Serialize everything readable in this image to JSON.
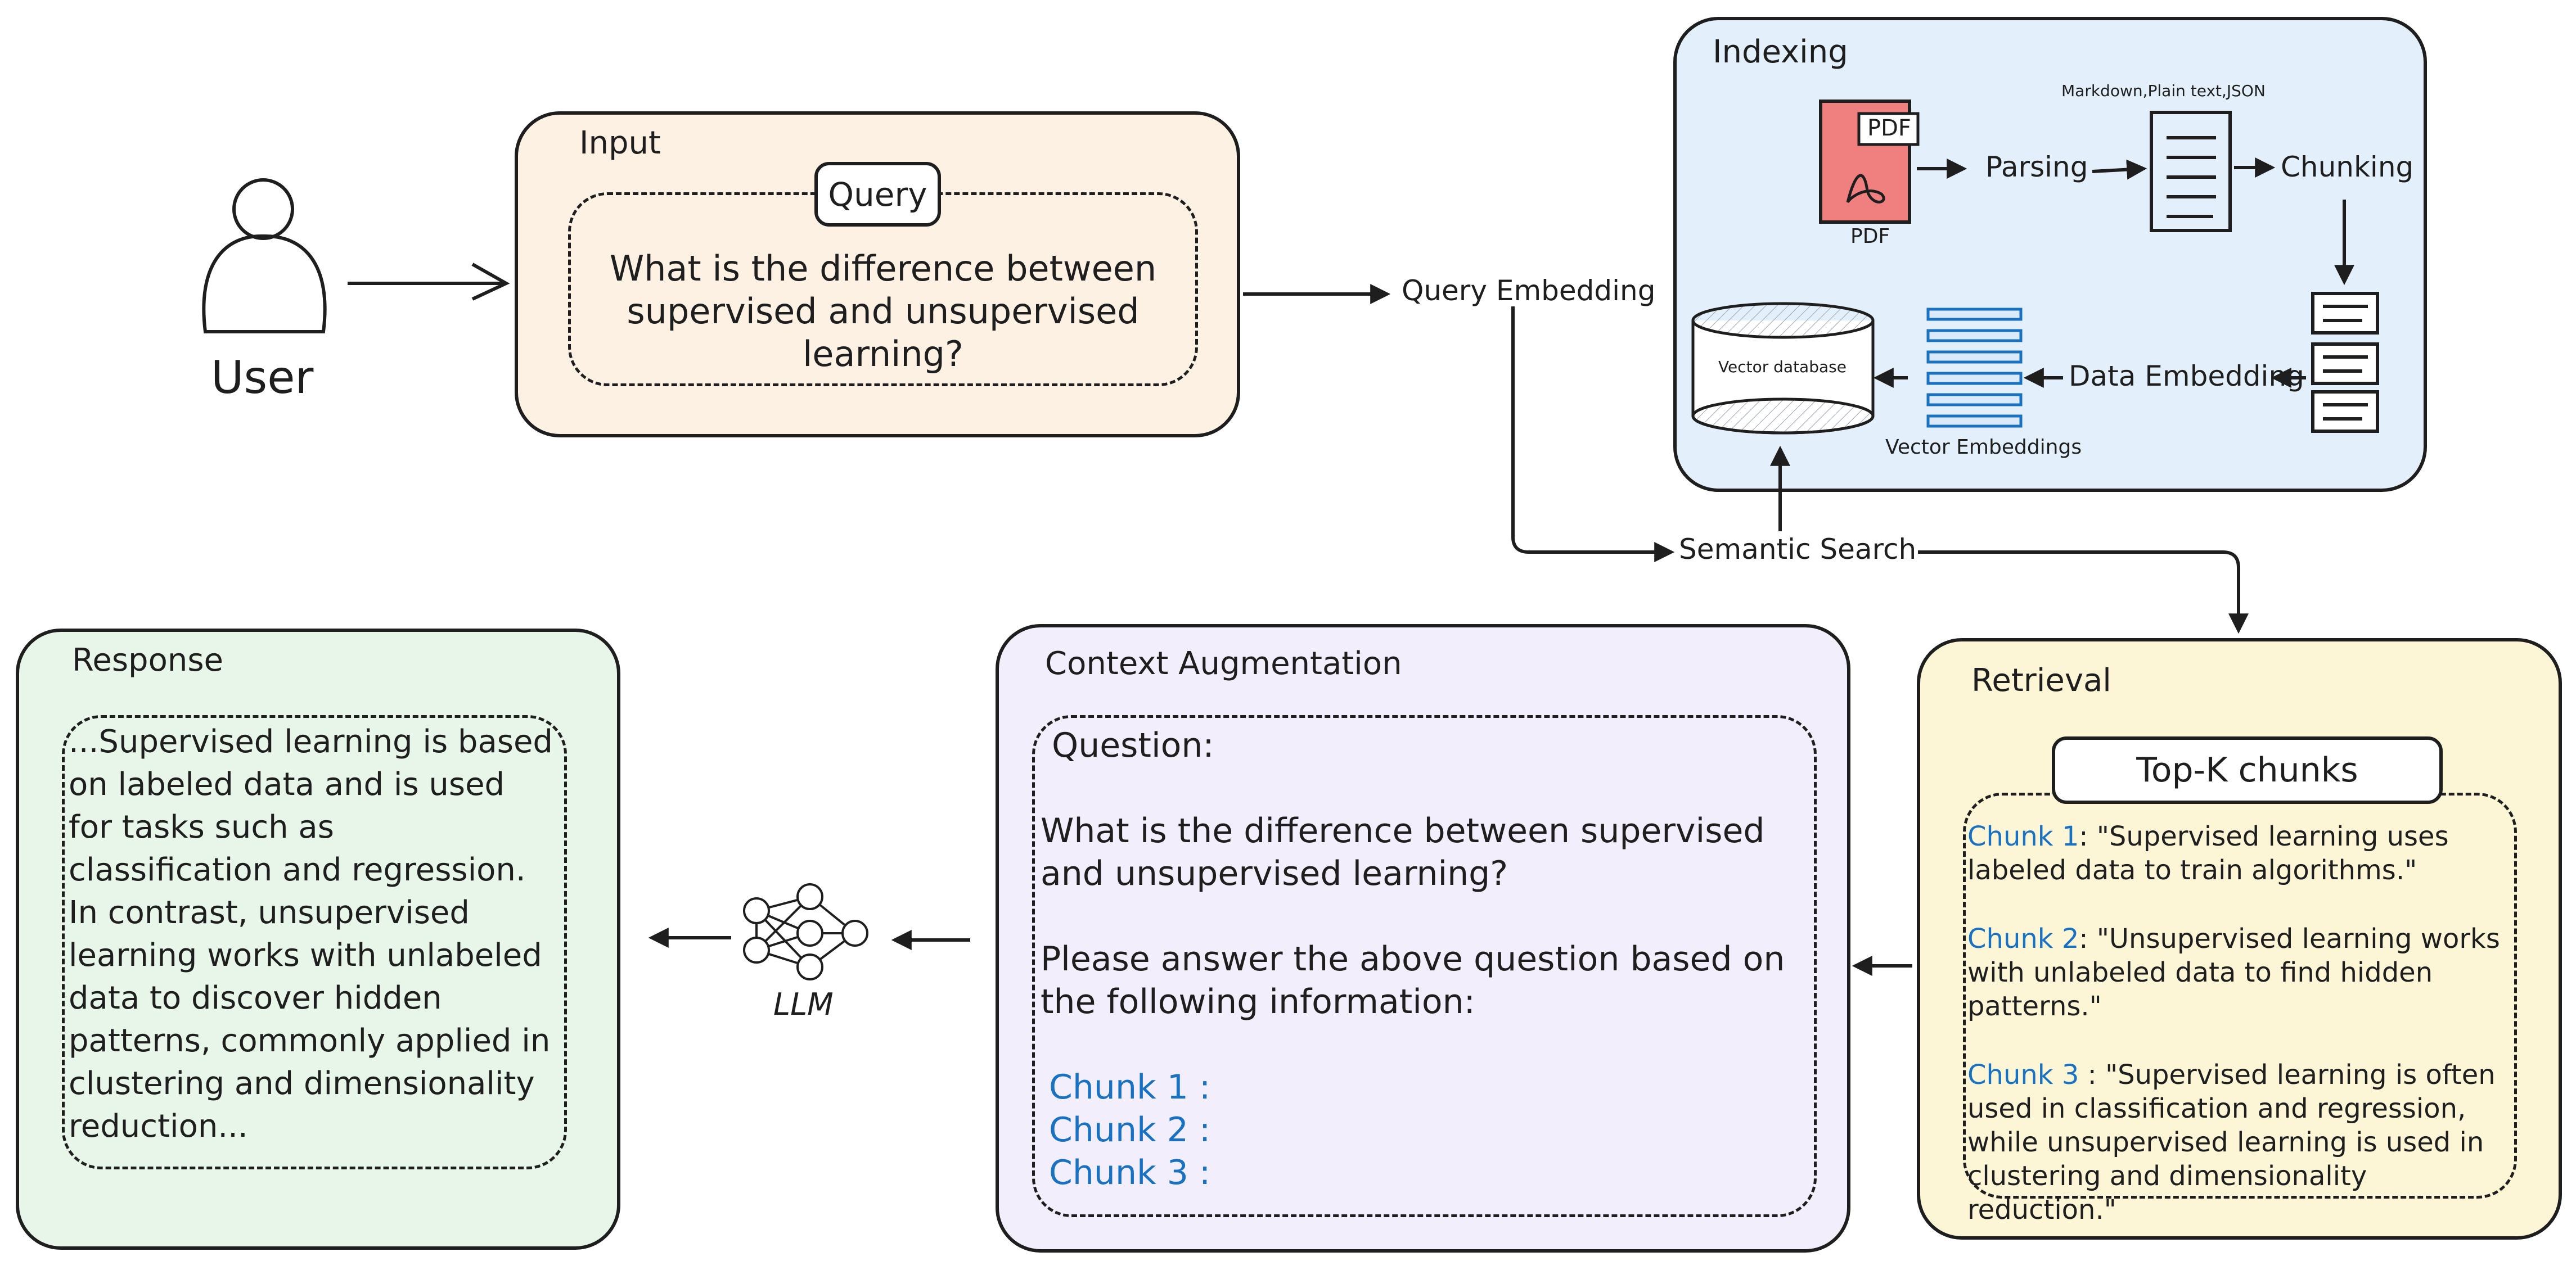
{
  "user": {
    "label": "User"
  },
  "input": {
    "title": "Input",
    "tag": "Query",
    "question_lines": [
      "What is the difference between",
      "supervised and unsupervised",
      "learning?"
    ]
  },
  "query_embedding": "Query Embedding",
  "indexing": {
    "title": "Indexing",
    "pdf_badge": "PDF",
    "pdf_label": "PDF",
    "parsing": "Parsing",
    "formats": "Markdown,Plain text,JSON",
    "chunking": "Chunking",
    "data_embedding": "Data Embedding",
    "vector_embeddings": "Vector Embeddings",
    "vector_database": "Vector database"
  },
  "semantic_search": "Semantic Search",
  "retrieval": {
    "title": "Retrieval",
    "tag": "Top-K chunks",
    "chunks": [
      {
        "label": "Chunk 1",
        "sep": ": ",
        "lines": [
          "\"Supervised learning uses",
          "labeled data to train algorithms.\""
        ]
      },
      {
        "label": "Chunk 2",
        "sep": ": ",
        "lines": [
          "\"Unsupervised learning works",
          "with unlabeled data to find hidden",
          "patterns.\""
        ]
      },
      {
        "label": "Chunk 3",
        "sep": " : ",
        "lines": [
          "\"Supervised learning is often",
          "used in classification and regression,",
          "while unsupervised learning is used in",
          "clustering and dimensionality reduction.\""
        ]
      }
    ]
  },
  "context": {
    "title": "Context Augmentation",
    "question_label": "Question:",
    "question_lines": [
      "What is the difference between supervised",
      "and unsupervised learning?"
    ],
    "instruction_lines": [
      "Please answer the above question based on",
      "the following information:"
    ],
    "chunk_refs": [
      "Chunk 1 :",
      "Chunk 2 :",
      "Chunk 3 :"
    ]
  },
  "llm": {
    "label": "LLM"
  },
  "response": {
    "title": "Response",
    "lines": [
      "...Supervised learning is based",
      "on labeled data and is used",
      "for tasks such as",
      "classification and regression.",
      "In contrast, unsupervised",
      "learning works with unlabeled",
      "data to discover hidden",
      "patterns, commonly applied in",
      "clustering and dimensionality",
      "reduction..."
    ]
  },
  "colors": {
    "input_bg": "#fdf1e3",
    "indexing_bg": "#e3f0fb",
    "retrieval_bg": "#fcf6d6",
    "context_bg": "#f3eefb",
    "response_bg": "#e8f6ea",
    "pdf_red": "#f08080",
    "vector_blue": "#1971c2",
    "accent_blue": "#1971c2"
  }
}
